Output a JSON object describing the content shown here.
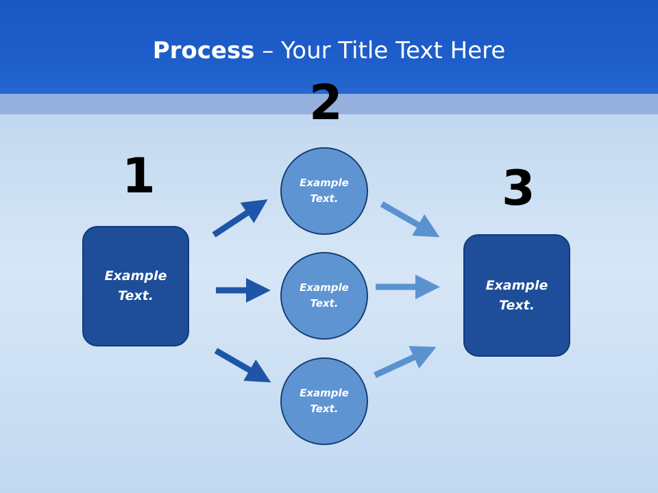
{
  "slide": {
    "title_bold": "Process",
    "title_rest": " – Your Title Text Here"
  },
  "steps": {
    "num1": "1",
    "num2": "2",
    "num3": "3"
  },
  "boxes": {
    "left": "Example Text.",
    "right": "Example Text."
  },
  "circles": {
    "top": "Example Text.",
    "middle": "Example Text.",
    "bottom": "Example Text."
  },
  "colors": {
    "header": "#1f5fcb",
    "box_fill": "#1e4d9a",
    "circle_fill": "#5f94d2",
    "arrow_dark": "#1f55a8",
    "arrow_light": "#5a92d0"
  }
}
